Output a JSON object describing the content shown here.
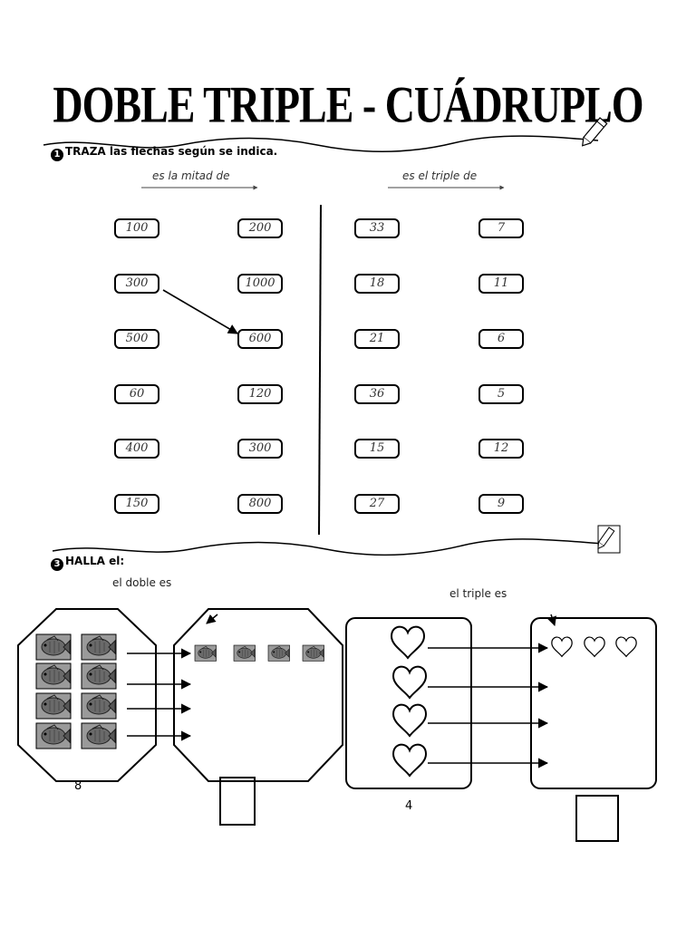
{
  "title": "DOBLE  TRIPLE - CUÁDRUPLO",
  "section1": {
    "number": "1",
    "label": "TRAZA las flechas según se indica.",
    "left_caption": "es la mitad de",
    "right_caption": "es el triple de",
    "left_col_a": [
      "100",
      "300",
      "500",
      "60",
      "400",
      "150"
    ],
    "left_col_b": [
      "200",
      "1000",
      "600",
      "120",
      "300",
      "800"
    ],
    "right_col_a": [
      "33",
      "18",
      "21",
      "36",
      "15",
      "27"
    ],
    "right_col_b": [
      "7",
      "11",
      "6",
      "5",
      "12",
      "9"
    ]
  },
  "section3": {
    "number": "3",
    "label": "HALLA el:",
    "doble_caption": "el doble es",
    "triple_caption": "el triple es",
    "fish_count": "8",
    "heart_count": "4"
  },
  "icons": [
    "pencil-icon",
    "fish-icon",
    "heart-icon",
    "arrow-icon"
  ]
}
